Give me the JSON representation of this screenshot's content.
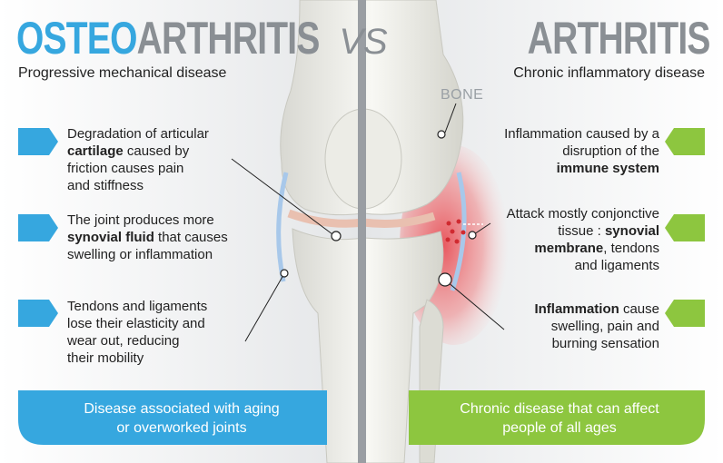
{
  "title_left": {
    "part1": "OSTEO",
    "part2": "ARTHRITIS"
  },
  "vs": "VS",
  "title_right": "ARTHRITIS",
  "subtitle_left": "Progressive mechanical disease",
  "subtitle_right": "Chronic inflammatory disease",
  "bone_label": "BONE",
  "left_points": [
    {
      "pre": "Degradation of articular",
      "bold": "cartilage",
      "post": "caused by",
      "rest": [
        "friction causes pain",
        "and stiffness"
      ]
    },
    {
      "pre": "The joint produces more",
      "bold": "synovial fluid",
      "post": "that causes",
      "rest": [
        "swelling or inflammation"
      ]
    },
    {
      "lines": [
        "Tendons and ligaments",
        "lose their elasticity and",
        "wear out, reducing",
        "their mobility"
      ]
    }
  ],
  "right_points": [
    {
      "lines": [
        "Inflammation caused by a",
        "disruption of the"
      ],
      "bold": "immune system"
    },
    {
      "line1": "Attack mostly conjonctive",
      "line2_pre": "tissue :",
      "line2_bold": "synovial",
      "line3_bold": "membrane",
      "line3_post": ", tendons",
      "line4": "and ligaments"
    },
    {
      "bold": "Inflammation",
      "post": "cause",
      "rest": [
        "swelling, pain and",
        "burning sensation"
      ]
    }
  ],
  "bottom_left": [
    "Disease associated with aging",
    "or overworked joints"
  ],
  "bottom_right": [
    "Chronic disease that can affect",
    "people of all ages"
  ],
  "colors": {
    "blue": "#36a7df",
    "green": "#8dc63f",
    "grey_title": "#8a8f94",
    "inflammation": "#e05a5e"
  }
}
